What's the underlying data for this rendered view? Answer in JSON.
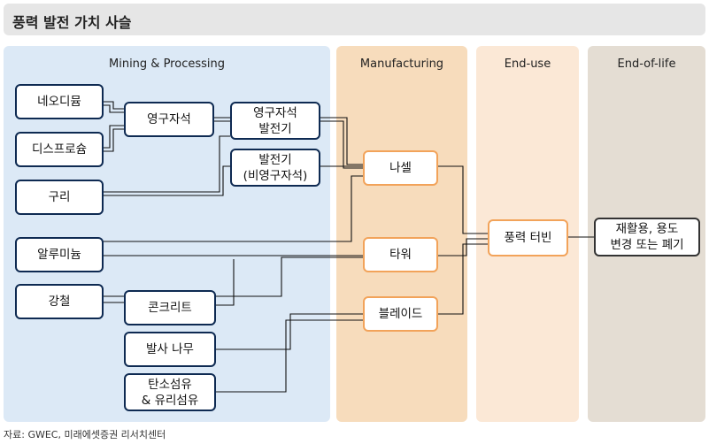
{
  "title": "풍력 발전 가치 사슬",
  "columns": {
    "mining": "Mining & Processing",
    "manufacturing": "Manufacturing",
    "enduse": "End-use",
    "endoflife": "End-of-life"
  },
  "nodes": {
    "neodymium": "네오디뮴",
    "dysprosium": "디스프로슘",
    "copper": "구리",
    "aluminium": "알루미늄",
    "steel": "강철",
    "permanent_magnet": "영구자석",
    "pm_generator": "영구자석\n발전기",
    "non_pm_generator": "발전기\n(비영구자석)",
    "concrete": "콘크리트",
    "balsa": "발사 나무",
    "fiber": "탄소섬유\n& 유리섬유",
    "nacelle": "나셀",
    "tower": "타워",
    "blade": "블레이드",
    "turbine": "풍력 터빈",
    "recycle": "재활용, 용도\n변경 또는 폐기"
  },
  "source": "자료: GWEC, 미래에셋증권 리서치센터"
}
